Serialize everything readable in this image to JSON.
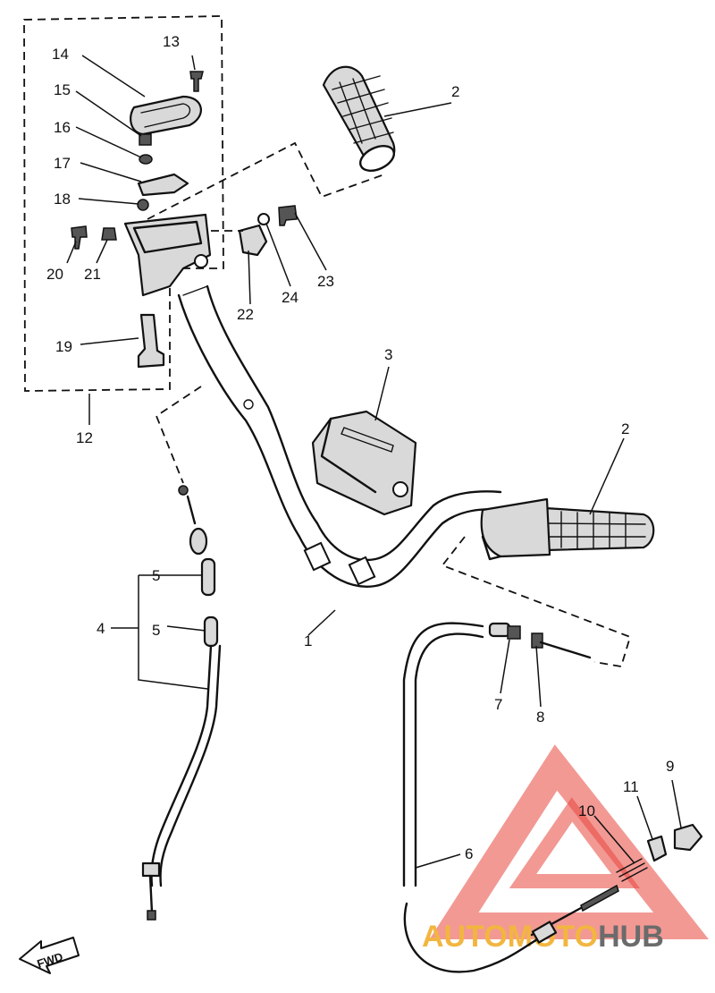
{
  "watermark": {
    "auto": "AUTO",
    "moto": "MOTO",
    "hub": "HUB",
    "color_auto": "#f2b640",
    "color_hub": "#6b6b6b",
    "color_triangle": "#e8453c"
  },
  "fwd_label": "FWD",
  "callouts": [
    {
      "id": "1",
      "label": "1"
    },
    {
      "id": "2a",
      "label": "2"
    },
    {
      "id": "2b",
      "label": "2"
    },
    {
      "id": "3",
      "label": "3"
    },
    {
      "id": "4",
      "label": "4"
    },
    {
      "id": "5a",
      "label": "5"
    },
    {
      "id": "5b",
      "label": "5"
    },
    {
      "id": "6",
      "label": "6"
    },
    {
      "id": "7",
      "label": "7"
    },
    {
      "id": "8",
      "label": "8"
    },
    {
      "id": "9",
      "label": "9"
    },
    {
      "id": "10",
      "label": "10"
    },
    {
      "id": "11",
      "label": "11"
    },
    {
      "id": "12",
      "label": "12"
    },
    {
      "id": "13",
      "label": "13"
    },
    {
      "id": "14",
      "label": "14"
    },
    {
      "id": "15",
      "label": "15"
    },
    {
      "id": "16",
      "label": "16"
    },
    {
      "id": "17",
      "label": "17"
    },
    {
      "id": "18",
      "label": "18"
    },
    {
      "id": "19",
      "label": "19"
    },
    {
      "id": "20",
      "label": "20"
    },
    {
      "id": "21",
      "label": "21"
    },
    {
      "id": "22",
      "label": "22"
    },
    {
      "id": "23",
      "label": "23"
    },
    {
      "id": "24",
      "label": "24"
    }
  ]
}
